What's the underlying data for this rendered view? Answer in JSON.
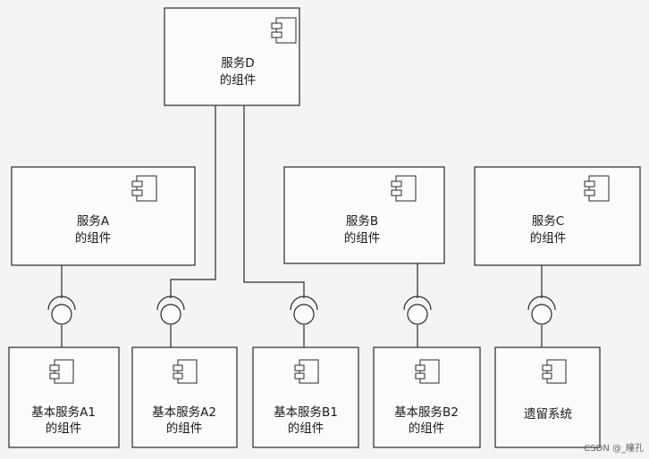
{
  "components": [
    {
      "id": "d",
      "lines": [
        "服务D",
        "的组件"
      ]
    },
    {
      "id": "a",
      "lines": [
        "服务A",
        "的组件"
      ]
    },
    {
      "id": "b",
      "lines": [
        "服务B",
        "的组件"
      ]
    },
    {
      "id": "c",
      "lines": [
        "服务C",
        "的组件"
      ]
    },
    {
      "id": "a1",
      "lines": [
        "基本服务A1",
        "的组件"
      ]
    },
    {
      "id": "a2",
      "lines": [
        "基本服务A2",
        "的组件"
      ]
    },
    {
      "id": "b1",
      "lines": [
        "基本服务B1",
        "的组件"
      ]
    },
    {
      "id": "b2",
      "lines": [
        "基本服务B2",
        "的组件"
      ]
    },
    {
      "id": "legacy",
      "lines": [
        "遗留系统"
      ]
    }
  ],
  "connections": [
    {
      "from": "a",
      "to": "a1"
    },
    {
      "from": "d",
      "to": "a2"
    },
    {
      "from": "d",
      "to": "b1"
    },
    {
      "from": "b",
      "to": "b2"
    },
    {
      "from": "c",
      "to": "legacy"
    }
  ],
  "watermark": "CSDN @_瞳孔"
}
